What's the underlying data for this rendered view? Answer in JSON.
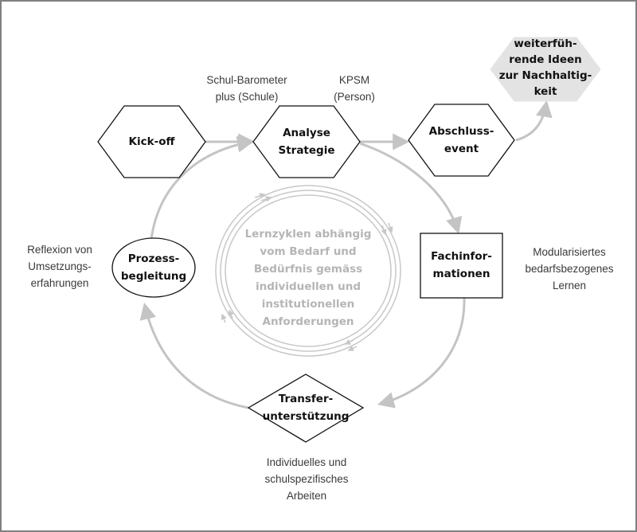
{
  "nodes": {
    "kickoff": "Kick-off",
    "analyse": "Analyse\nStrategie",
    "abschluss": "Abschluss-\nevent",
    "weiterfuehrend": "weiterfüh-\nrende Ideen\nzur Nachhaltig-\nkeit",
    "fachinformationen": "Fachinfor-\nmationen",
    "transfer": "Transfer-\nunterstützung",
    "prozess": "Prozess-\nbegleitung"
  },
  "annotations": {
    "schulbarometer": "Schul-Barometer\nplus (Schule)",
    "kpsm": "KPSM\n(Person)",
    "modularisiert": "Modularisiertes\nbedarfsbezogenes\nLernen",
    "individuell": "Individuelles und\nschulspezifisches\nArbeiten",
    "reflexion": "Reflexion von\nUmsetzungs-\nerfahrungen"
  },
  "center": {
    "text": "Lernzyklen abhängig\nvom Bedarf und\nBedürfnis gemäss\nindividuellen und\ninstitutionellen\nAnforderungen"
  },
  "colors": {
    "arrow": "#c4c4c4",
    "highlight_fill": "#e3e3e3",
    "stroke": "#111111"
  }
}
